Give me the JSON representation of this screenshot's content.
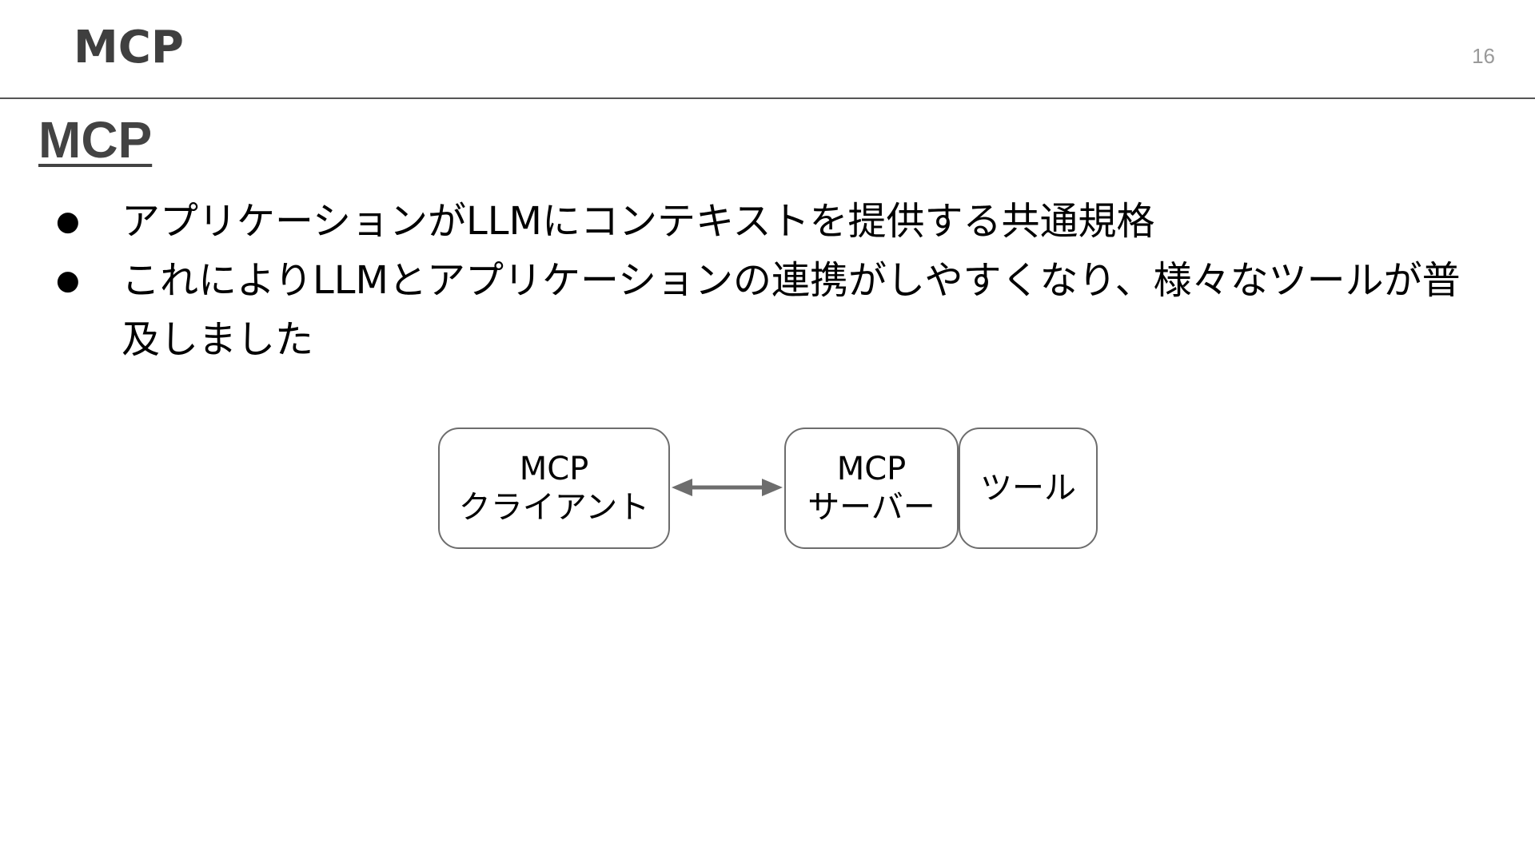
{
  "header": {
    "title": "MCP",
    "page_number": "16"
  },
  "section": {
    "heading": "MCP"
  },
  "bullets": [
    {
      "marker": "●",
      "text": "アプリケーションがLLMにコンテキストを提供する共通規格"
    },
    {
      "marker": "●",
      "text": "これによりLLMとアプリケーションの連携がしやすくなり、様々なツールが普及しました"
    }
  ],
  "diagram": {
    "client": {
      "line1": "MCP",
      "line2": "クライアント"
    },
    "server": {
      "line1": "MCP",
      "line2": "サーバー"
    },
    "tool": {
      "label": "ツール"
    },
    "colors": {
      "border": "#6d6d6d",
      "arrow": "#6d6d6d"
    }
  }
}
